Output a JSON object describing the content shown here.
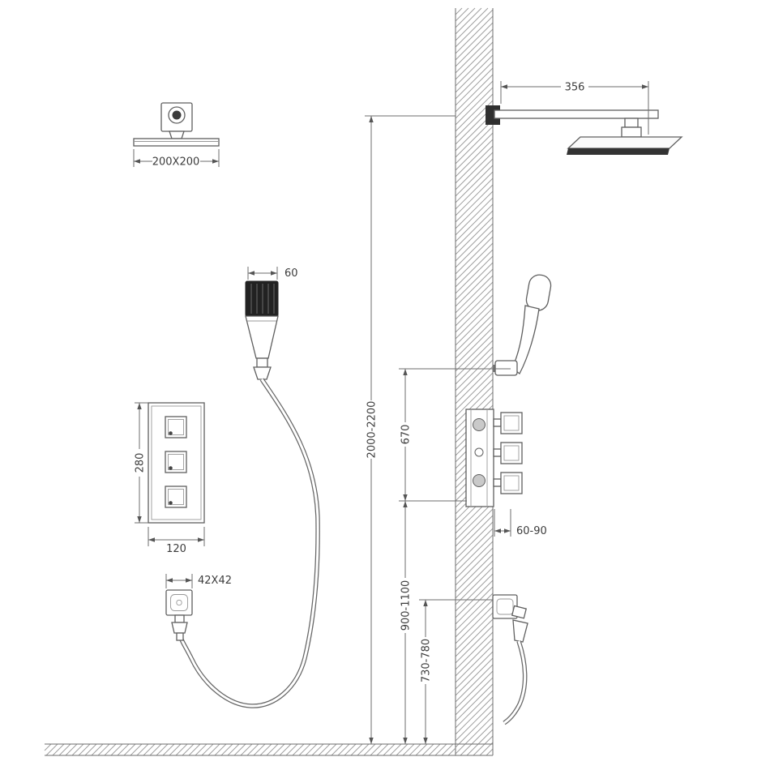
{
  "drawing": {
    "kind": "shower-system-installation-diagram",
    "colors": {
      "line": "#5f5f5f",
      "dim_line": "#6e6e6e",
      "text": "#3c3c3c",
      "hatch": "#9a9a9a",
      "dark_fill": "#2f2f2f"
    }
  },
  "components": {
    "overhead_shower_top": {
      "label": "200X200"
    },
    "hand_shower": {
      "width_label": "60"
    },
    "mixer_panel": {
      "height_label": "280",
      "width_label": "120"
    },
    "wall_outlet": {
      "label": "42X42"
    },
    "installation": {
      "arm_length": "356",
      "overall_height": "2000-2200",
      "holder_to_mixer": "670",
      "mixer_depth": "60-90",
      "mixer_height_from_floor": "900-1100",
      "outlet_height_from_floor": "730-780"
    }
  }
}
